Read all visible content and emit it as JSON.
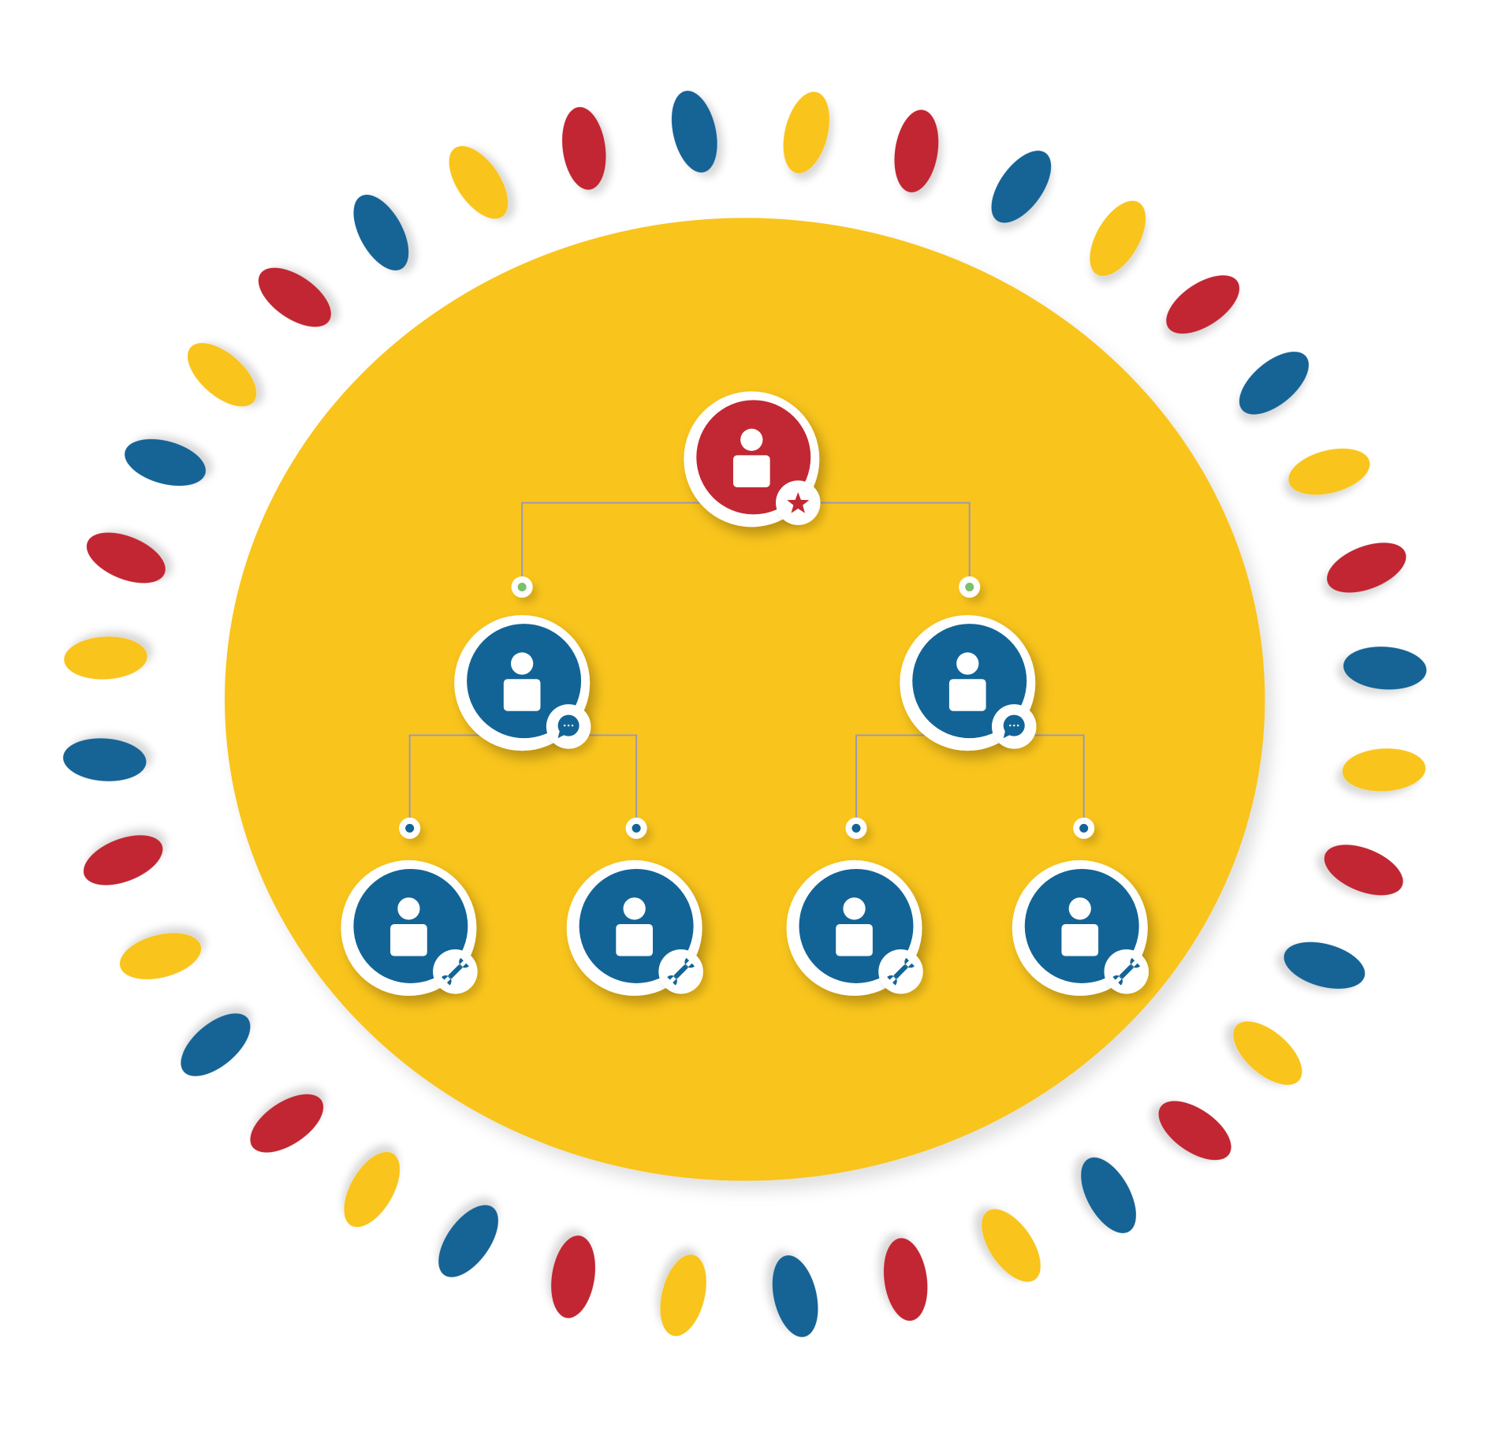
{
  "colors": {
    "background": "#ffffff",
    "disc": "#f9c41f",
    "red": "#c12833",
    "blue": "#136496",
    "yellow": "#f9c41f",
    "connector": "#9b98b8",
    "dot_green": "#7cc06a",
    "ring": "#ffffff"
  },
  "petal_colors": [
    "blue",
    "yellow",
    "red",
    "blue",
    "yellow",
    "red",
    "blue",
    "yellow",
    "red",
    "blue",
    "yellow",
    "red",
    "blue",
    "yellow",
    "red",
    "blue",
    "yellow",
    "red",
    "blue",
    "yellow",
    "red",
    "blue",
    "yellow",
    "red",
    "blue",
    "yellow",
    "red",
    "blue",
    "yellow",
    "red",
    "blue",
    "yellow",
    "red",
    "blue",
    "yellow",
    "red"
  ],
  "org_chart": {
    "root": {
      "color": "red",
      "badge_icon": "star-icon"
    },
    "managers": [
      {
        "color": "blue",
        "badge_icon": "chat-bubble-icon",
        "connector_dot": "green"
      },
      {
        "color": "blue",
        "badge_icon": "chat-bubble-icon",
        "connector_dot": "green"
      }
    ],
    "members": [
      {
        "color": "blue",
        "badge_icon": "wrench-icon",
        "connector_dot": "blue"
      },
      {
        "color": "blue",
        "badge_icon": "wrench-icon",
        "connector_dot": "blue"
      },
      {
        "color": "blue",
        "badge_icon": "wrench-icon",
        "connector_dot": "blue"
      },
      {
        "color": "blue",
        "badge_icon": "wrench-icon",
        "connector_dot": "blue"
      }
    ]
  }
}
